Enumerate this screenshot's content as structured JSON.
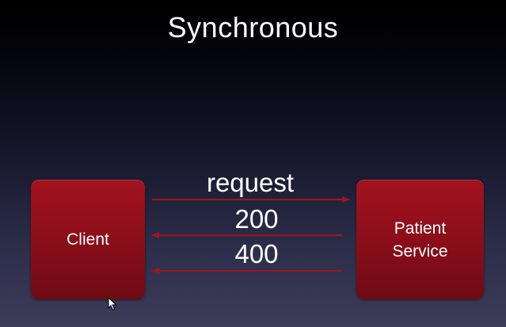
{
  "slide": {
    "title": "Synchronous"
  },
  "nodes": {
    "client": {
      "label": "Client"
    },
    "service": {
      "label": "Patient\nService"
    }
  },
  "messages": [
    {
      "label": "request",
      "direction": "client-to-service"
    },
    {
      "label": "200",
      "direction": "service-to-client"
    },
    {
      "label": "400",
      "direction": "service-to-client"
    }
  ],
  "colors": {
    "box": "#8d0f1a",
    "arrow": "#a0141e",
    "text": "#ffffff"
  },
  "cursor": {
    "icon": "mouse-pointer-icon"
  }
}
